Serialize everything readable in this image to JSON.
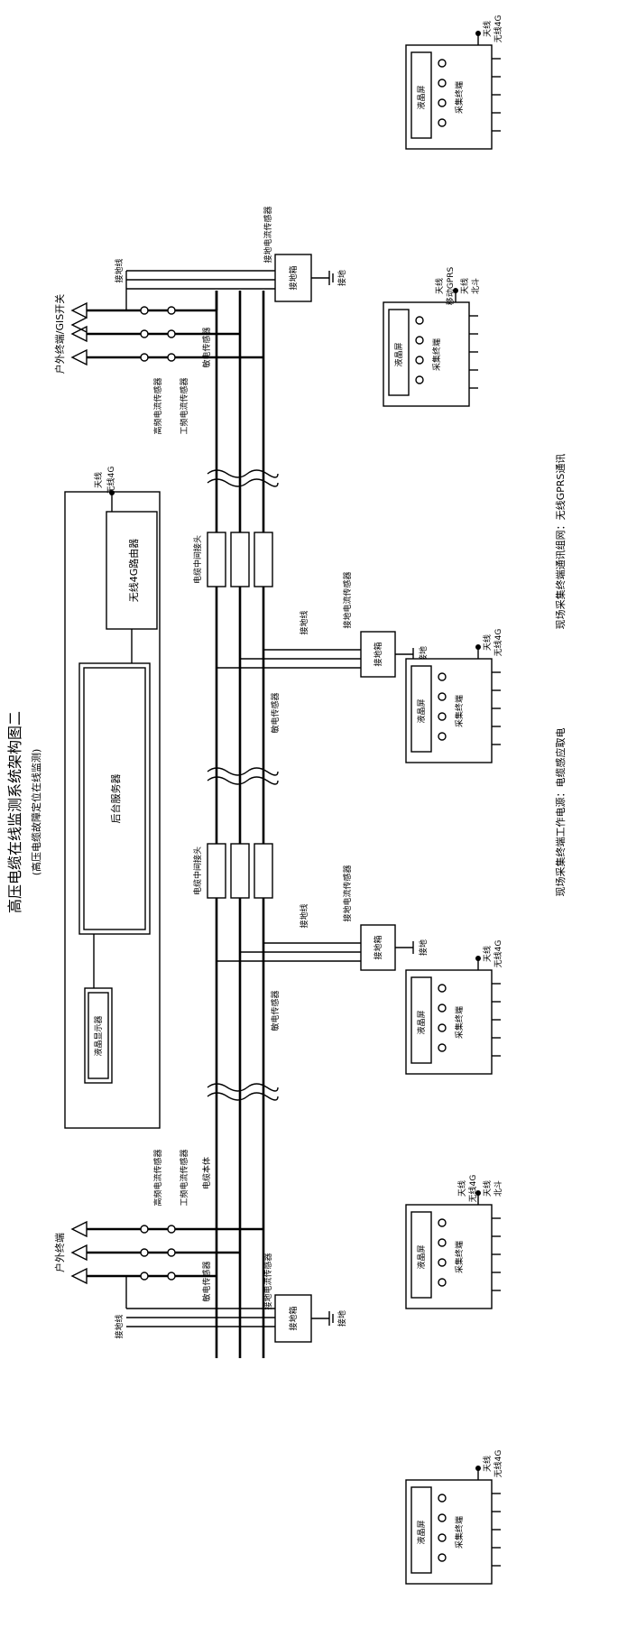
{
  "title": {
    "main": "高压电缆在线监测系统架构图二",
    "sub": "(高压电缆故障定位在线监测)"
  },
  "legend": {
    "power": "现场采集终端工作电源：电缆感应取电",
    "comm": "现场采集终端通讯组网：无线GPRS通讯"
  },
  "server_panel": {
    "router": "无线4G路由器",
    "server": "后台服务器",
    "display": "液晶显示器",
    "antenna": "天线",
    "wireless": "无线4G"
  },
  "left_end": {
    "terminal": "户外终端",
    "hf_sensor": "高频电流传感器",
    "pf_sensor": "工频电流传感器",
    "cable_body": "电缆本体",
    "sensitive_sensor": "敏电传感器",
    "ground_sensor": "接地电流传感器",
    "ground_box": "接地箱",
    "ground": "接地",
    "ground_wire": "接地线"
  },
  "right_end": {
    "terminal": "户外终端/GIS开关",
    "hf_sensor": "高频电流传感器",
    "pf_sensor": "工频电流传感器",
    "sensitive_sensor": "敏电传感器",
    "ground_sensor": "接地电流传感器",
    "ground_box": "接地箱",
    "ground": "接地",
    "ground_wire": "接地线"
  },
  "joints": [
    {
      "label": "电缆中间接头",
      "ground_wire": "接地线",
      "ground_sensor": "接地电流传感器",
      "sensitive_sensor": "敏电传感器",
      "ground_box": "接地箱",
      "ground": "接地"
    },
    {
      "label": "电缆中间接头",
      "ground_wire": "接地线",
      "ground_sensor": "接地电流传感器",
      "sensitive_sensor": "敏电传感器",
      "ground_box": "接地箱",
      "ground": "接地"
    }
  ],
  "terminals": [
    {
      "screen": "液晶屏",
      "unit": "采集终端",
      "ant1": "天线",
      "ant2": "无线4G"
    },
    {
      "screen": "液晶屏",
      "unit": "采集终端",
      "ant1": "天线",
      "ant2": "北斗",
      "ant3": "天线",
      "ant4": "移动GPRS"
    },
    {
      "screen": "液晶屏",
      "unit": "采集终端",
      "ant1": "天线",
      "ant2": "无线4G"
    },
    {
      "screen": "液晶屏",
      "unit": "采集终端",
      "ant1": "天线",
      "ant2": "无线4G"
    },
    {
      "screen": "液晶屏",
      "unit": "采集终端",
      "ant1": "天线",
      "ant2": "北斗",
      "ant3": "天线",
      "ant4": "无线4G"
    },
    {
      "screen": "液晶屏",
      "unit": "采集终端",
      "ant1": "天线",
      "ant2": "无线4G"
    }
  ]
}
